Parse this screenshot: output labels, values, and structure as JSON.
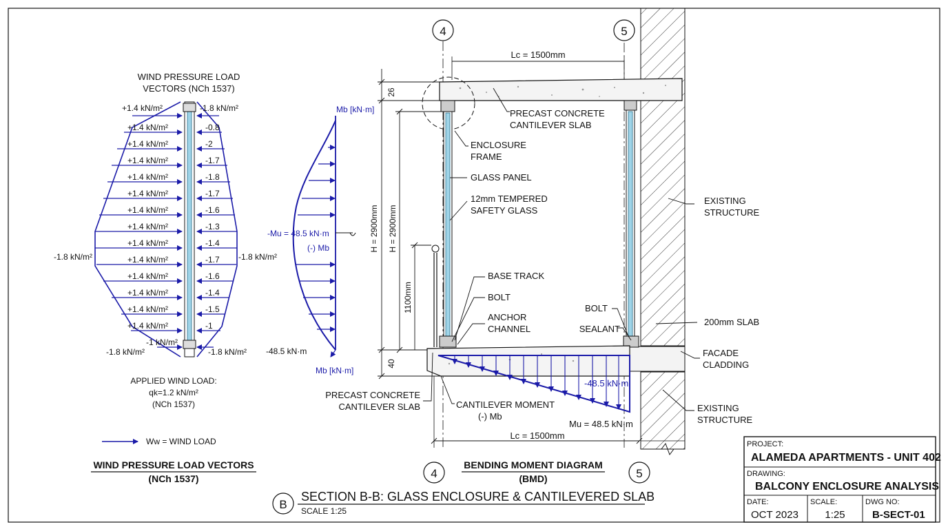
{
  "wind": {
    "title_line1": "WIND PRESSURE LOAD",
    "title_line2": "VECTORS (NCh 1537)",
    "left_labels": [
      "+1.4 kN/m²",
      "+1.4 kN/m²",
      "+1.4 kN/m²",
      "+1.4 kN/m²",
      "+1.4 kN/m²",
      "+1.4 kN/m²",
      "+1.4 kN/m²",
      "+1.4 kN/m²",
      "+1.4 kN/m²",
      "+1.4 kN/m²",
      "+1.4 kN/m²",
      "+1.4 kN/m²",
      "+1.4 kN/m²",
      "+1.4 kN/m²"
    ],
    "right_labels": [
      "-1.8 kN/m²",
      "-0.8",
      "-2",
      "-1.7",
      "-1.8",
      "-1.7",
      "-1.6",
      "-1.3",
      "-1.4",
      "-1.7",
      "-1.6",
      "-1.4",
      "-1.5",
      "-1"
    ],
    "bottom_mid_label": "-1 kN/m²",
    "left_side_label": "-1.8 kN/m²",
    "right_side_label": "-1.8 kN/m²",
    "bottom_left_label": "-1.8 kN/m²",
    "bottom_right_label": "-1.8 kN/m²",
    "applied_line1": "APPLIED WIND LOAD:",
    "applied_line2": "qk=1.2 kN/m²",
    "applied_line3": "(NCh 1537)",
    "legend_label": "Ww = WIND LOAD",
    "caption_line1": "WIND PRESSURE LOAD VECTORS",
    "caption_line2": "(NCh 1537)"
  },
  "bmd": {
    "top_label": "Mb [kN·m]",
    "bottom_label": "Mb [kN·m]",
    "mu_label": "-Mu = 48.5 kN·m",
    "neg_label": "(-) Mb",
    "base_label": "-48.5 kN·m",
    "caption_line1": "BENDING MOMENT DIAGRAM",
    "caption_line2": "(BMD)"
  },
  "section": {
    "grid_a": "4",
    "grid_b": "5",
    "lc_top": "Lc = 1500mm",
    "lc_bottom": "Lc = 1500mm",
    "dim_26": "26",
    "dim_40": "40",
    "h_outer": "H = 2900mm",
    "h_inner": "H = 2900mm",
    "dim_1100": "1100mm",
    "labels": {
      "precast_top_1": "PRECAST CONCRETE",
      "precast_top_2": "CANTILEVER SLAB",
      "frame_1": "ENCLOSURE",
      "frame_2": "FRAME",
      "glass_panel": "GLASS PANEL",
      "tempered_1": "12mm TEMPERED",
      "tempered_2": "SAFETY GLASS",
      "base_track": "BASE TRACK",
      "bolt_left": "BOLT",
      "anchor_1": "ANCHOR",
      "anchor_2": "CHANNEL",
      "bolt_right": "BOLT",
      "sealant": "SEALANT",
      "existing_1a": "EXISTING",
      "existing_1b": "STRUCTURE",
      "slab_200": "200mm SLAB",
      "facade_1": "FACADE",
      "facade_2": "CLADDING",
      "existing_2a": "EXISTING",
      "existing_2b": "STRUCTURE",
      "precast_bot_1": "PRECAST CONCRETE",
      "precast_bot_2": "CANTILEVER SLAB",
      "cant_1": "CANTILEVER MOMENT",
      "cant_2": "(-) Mb",
      "moment_in": "-48.5 kN·m",
      "mu_right": "Mu = 48.5 kN·m"
    },
    "tag": "B",
    "title": "SECTION B-B: GLASS ENCLOSURE & CANTILEVERED SLAB",
    "scale": "SCALE 1:25"
  },
  "titleblock": {
    "project_label": "PROJECT:",
    "project_value": "ALAMEDA APARTMENTS - UNIT 402",
    "drawing_label": "DRAWING:",
    "drawing_value": "BALCONY ENCLOSURE ANALYSIS",
    "date_label": "DATE:",
    "date_value": "OCT 2023",
    "scale_label": "SCALE:",
    "scale_value": "1:25",
    "dwg_label": "DWG NO:",
    "dwg_value": "B-SECT-01"
  },
  "colors": {
    "ink": "#111111",
    "load": "#1a1aa8",
    "glass": "#9fd4e8"
  }
}
